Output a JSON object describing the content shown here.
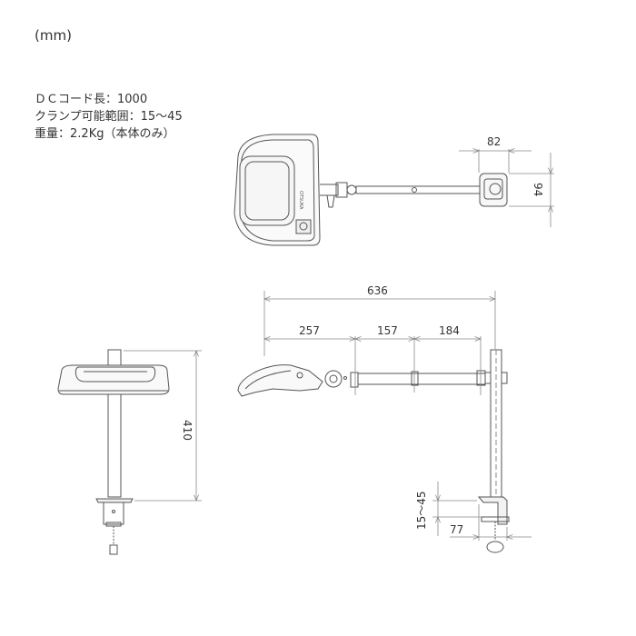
{
  "unit_label": "(mm)",
  "specs": [
    {
      "label": "ＤＣコード長：",
      "value": "1000"
    },
    {
      "label": "クランプ可能範囲：",
      "value": "15〜45"
    },
    {
      "label": "重量：",
      "value": "2.2Kg（本体のみ）"
    }
  ],
  "dimensions": {
    "top_view": {
      "clamp_width": "82",
      "clamp_depth": "94"
    },
    "side_view": {
      "total_reach": "636",
      "arm_segment_1": "257",
      "arm_segment_2": "157",
      "arm_segment_3": "184",
      "clamp_range": "15〜45",
      "clamp_depth": "77"
    },
    "front_view": {
      "height": "410"
    }
  },
  "colors": {
    "line": "#555555",
    "dim_line": "#888888",
    "text": "#333333",
    "fill": "#f4f4f4"
  }
}
